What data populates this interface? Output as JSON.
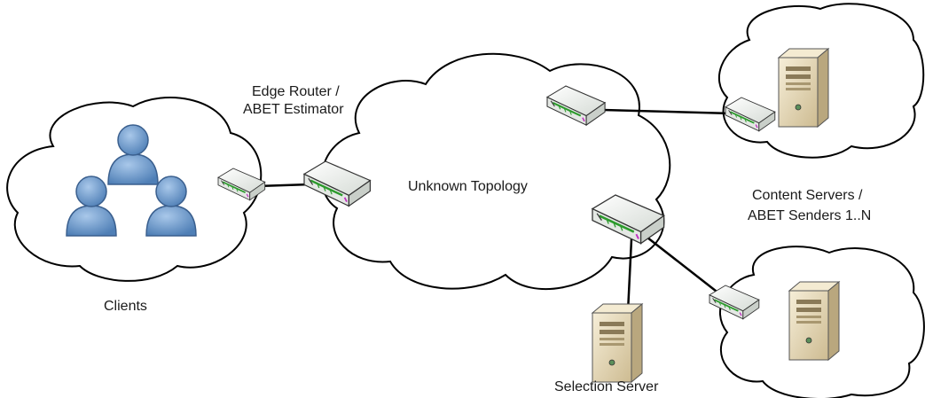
{
  "labels": {
    "edge_router_line1": "Edge Router /",
    "edge_router_line2": "ABET Estimator",
    "unknown_topology": "Unknown Topology",
    "content_servers_line1": "Content Servers /",
    "content_servers_line2": "ABET Senders 1..N",
    "clients": "Clients",
    "selection_server": "Selection Server"
  },
  "icons": {
    "router": "router-icon",
    "server": "server-icon",
    "user": "user-icon"
  },
  "colors": {
    "user_fill": "#6f9fd3",
    "user_stroke": "#3a5f8e",
    "server_fill": "#e8dcbf",
    "router_fill": "#eef2ee"
  }
}
